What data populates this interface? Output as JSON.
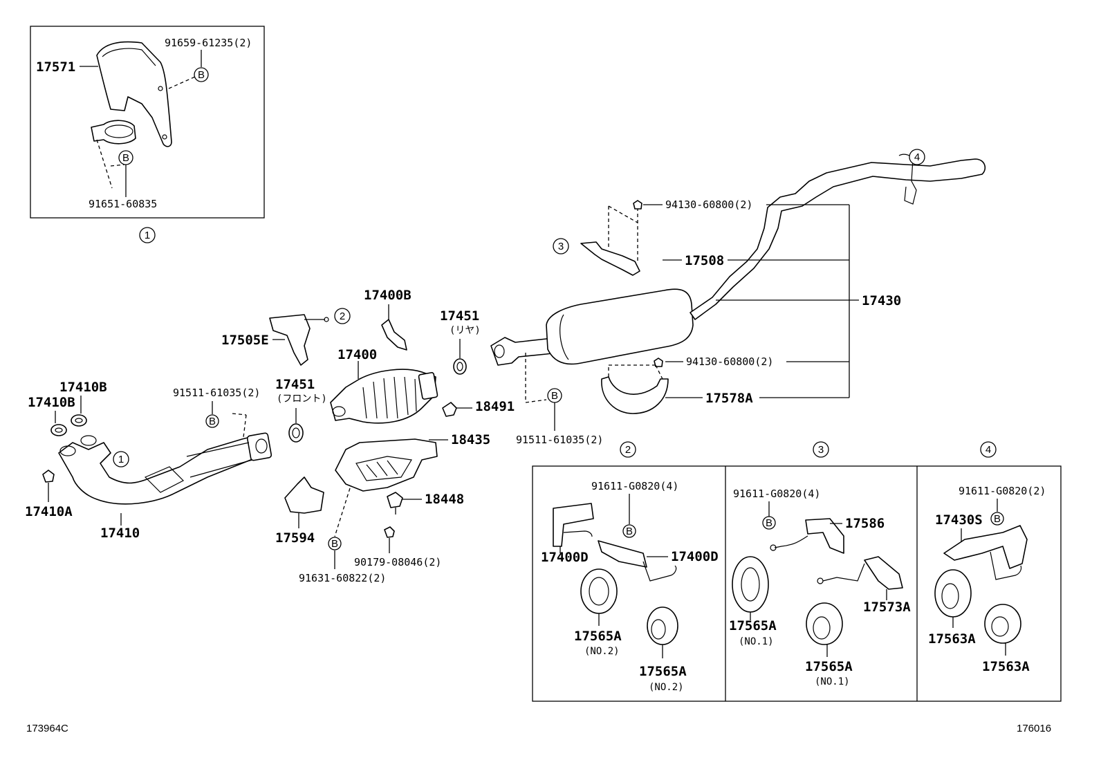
{
  "labels": {
    "p17571": "17571",
    "p91659": "91659-61235(2)",
    "p91651": "91651-60835",
    "p17410B_a": "17410B",
    "p17410B_b": "17410B",
    "p17410A": "17410A",
    "p17410": "17410",
    "p91511_a": "91511-61035(2)",
    "p17451_front": "17451",
    "front_jp": "(フロント)",
    "p17505E": "17505E",
    "p17400B": "17400B",
    "p17400": "17400",
    "p17451_rear": "17451",
    "rear_jp": "(リヤ)",
    "p18491": "18491",
    "p18435": "18435",
    "p18448": "18448",
    "p17594": "17594",
    "p90179": "90179-08046(2)",
    "p91631": "91631-60822(2)",
    "p91511_b": "91511-61035(2)",
    "p94130_a": "94130-60800(2)",
    "p17508": "17508",
    "p17430": "17430",
    "p94130_b": "94130-60800(2)",
    "p17578A": "17578A",
    "d2_91611": "91611-G0820(4)",
    "d2_17400D_a": "17400D",
    "d2_17400D_b": "17400D",
    "d2_17565A_a": "17565A",
    "d2_no2_a": "(NO.2)",
    "d2_17565A_b": "17565A",
    "d2_no2_b": "(NO.2)",
    "d3_91611": "91611-G0820(4)",
    "d3_17586": "17586",
    "d3_17565A_a": "17565A",
    "d3_no1_a": "(NO.1)",
    "d3_17565A_b": "17565A",
    "d3_no1_b": "(NO.1)",
    "d3_17573A": "17573A",
    "d4_91611": "91611-G0820(2)",
    "d4_17430S": "17430S",
    "d4_17563A_a": "17563A",
    "d4_17563A_b": "17563A",
    "code_left": "173964C",
    "code_right": "176016"
  },
  "markers": {
    "one": "1",
    "two": "2",
    "three": "3",
    "four": "4",
    "bolt": "B"
  }
}
